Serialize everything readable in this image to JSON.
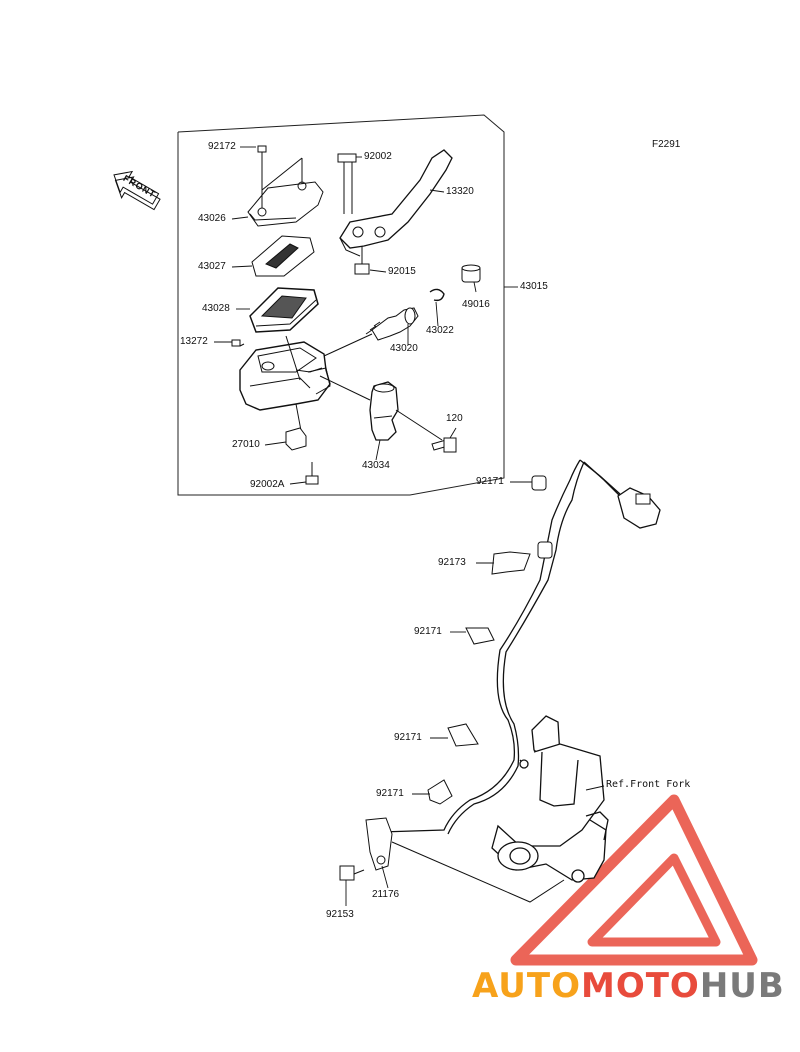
{
  "figure_code": "F2291",
  "front_marker": "FRONT",
  "parts": {
    "p92172": "92172",
    "p92002": "92002",
    "p13320": "13320",
    "p43026": "43026",
    "p43027": "43027",
    "p92015": "92015",
    "p49016": "49016",
    "p43015": "43015",
    "p43028": "43028",
    "p43022": "43022",
    "p13272": "13272",
    "p43020": "43020",
    "p120": "120",
    "p27010": "27010",
    "p43034": "43034",
    "p92002a": "92002A",
    "p92171a": "92171",
    "p92173": "92173",
    "p92171b": "92171",
    "p92171c": "92171",
    "p92171d": "92171",
    "p21176": "21176",
    "p92153": "92153"
  },
  "reference_label": "Ref.Front Fork",
  "watermark": {
    "part1": "AUTO",
    "part2": "MOTO",
    "part3": "HUB"
  },
  "colors": {
    "line": "#111111",
    "watermark_red": "#e84b3c",
    "watermark_orange": "#f7a21b",
    "watermark_gray": "#7a7a7a"
  }
}
